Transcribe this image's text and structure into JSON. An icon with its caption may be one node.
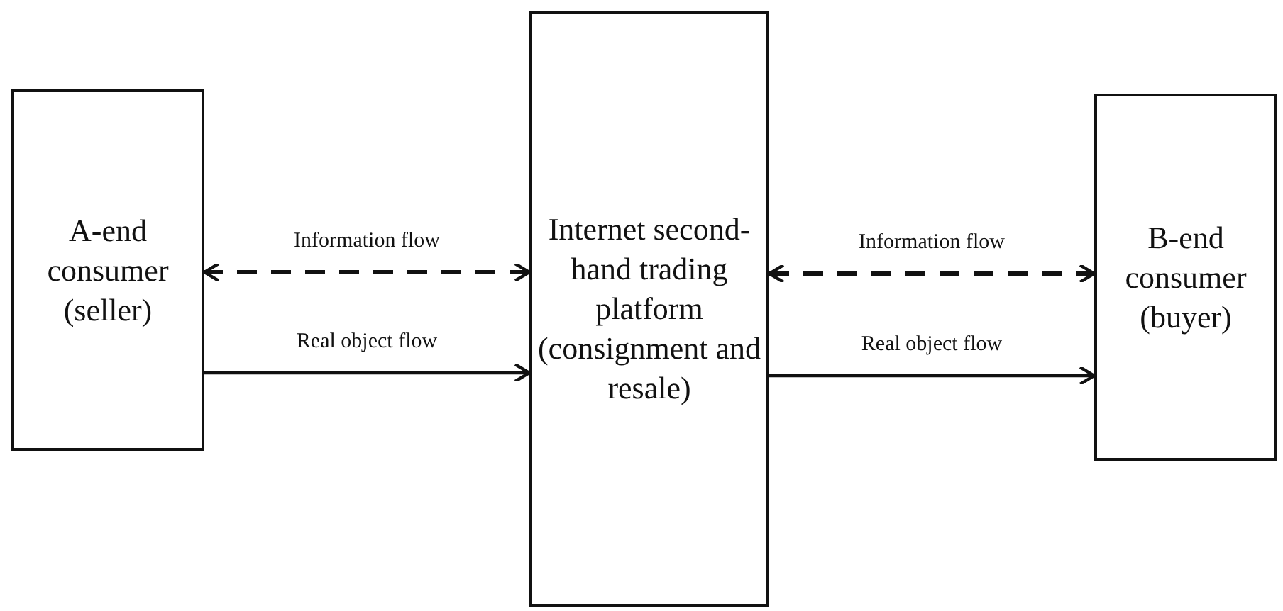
{
  "diagram": {
    "nodes": [
      {
        "text": [
          "A-end consumer (seller)"
        ]
      },
      {
        "text": [
          "Internet second-hand trading platform (consignment and resale)"
        ]
      },
      {
        "text": [
          "B-end consumer (buyer)"
        ]
      }
    ],
    "edges": [
      {
        "from": 1,
        "to": 0,
        "arrow": "both",
        "style": "dashed",
        "label": "Information flow"
      },
      {
        "from": 0,
        "to": 1,
        "arrow": "to",
        "label": "Real object flow"
      },
      {
        "from": 1,
        "to": 2,
        "arrow": "both",
        "style": "dashed",
        "label": "Information flow"
      },
      {
        "from": 1,
        "to": 2,
        "arrow": "to",
        "label": "Real object flow"
      }
    ]
  }
}
